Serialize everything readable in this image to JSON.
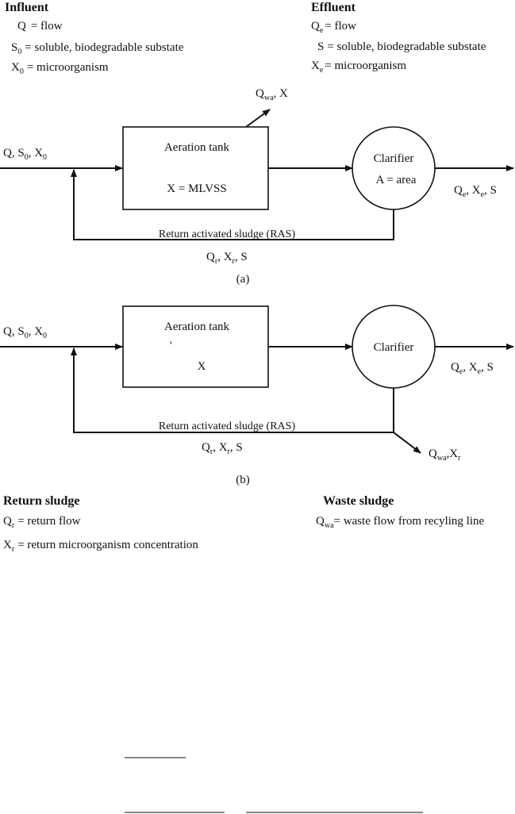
{
  "influent": {
    "heading": "Influent",
    "q_sym": "Q",
    "q_def": "= flow",
    "s_sym": "S",
    "s_sub": "0",
    "s_def": "= soluble, biodegradable substate",
    "x_sym": "X",
    "x_sub": "0",
    "x_def": "= microorganism"
  },
  "effluent": {
    "heading": "Effluent",
    "q_sym": "Q",
    "q_sub": "e",
    "q_def": "= flow",
    "s_sym": "S",
    "s_def": "= soluble, biodegradable substate",
    "x_sym": "X",
    "x_sub": "e",
    "x_def": "= microorganism"
  },
  "diagram_a": {
    "inflow_1": "Q, S",
    "inflow_sub1": "0",
    "inflow_2": ", X",
    "inflow_sub2": "0",
    "tank_title": "Aeration tank",
    "tank_var": "X = MLVSS",
    "waste_q": "Q",
    "waste_sub": "wa",
    "waste_x": ", X",
    "clarifier_title": "Clarifier",
    "clarifier_area": "A = area",
    "out_q": "Q",
    "out_q_sub": "e",
    "out_x": ", X",
    "out_x_sub": "e",
    "out_s": ", S",
    "ras_label": "Return activated sludge (RAS)",
    "ras_q": "Q",
    "ras_q_sub": "r",
    "ras_x": ", X",
    "ras_x_sub": "r",
    "ras_s": ", S",
    "caption": "(a)"
  },
  "diagram_b": {
    "inflow_1": "Q, S",
    "inflow_sub1": "0",
    "inflow_2": ", X",
    "inflow_sub2": "0",
    "tank_title": "Aeration tank",
    "tank_dot": "'",
    "tank_var": "X",
    "clarifier_title": "Clarifier",
    "out_q": "Q",
    "out_q_sub": "e",
    "out_x": ", X",
    "out_x_sub": "e",
    "out_s": ", S",
    "ras_label": "Return activated sludge (RAS)",
    "ras_q": "Q",
    "ras_q_sub": "r",
    "ras_x": ", X",
    "ras_x_sub": "r",
    "ras_s": ", S",
    "waste_q": "Q",
    "waste_sub": "wa",
    "waste_x": ",X",
    "waste_x_sub": "r",
    "caption": "(b)"
  },
  "return_sludge": {
    "heading": "Return sludge",
    "q_sym": "Q",
    "q_sub": "r",
    "q_def": "= return flow",
    "x_sym": "X",
    "x_sub": "r",
    "x_def": "= return microorganism concentration"
  },
  "waste_sludge": {
    "heading": "Waste sludge",
    "q_sym": "Q",
    "q_sub": "wa",
    "q_def": "= waste flow from recyling line"
  }
}
